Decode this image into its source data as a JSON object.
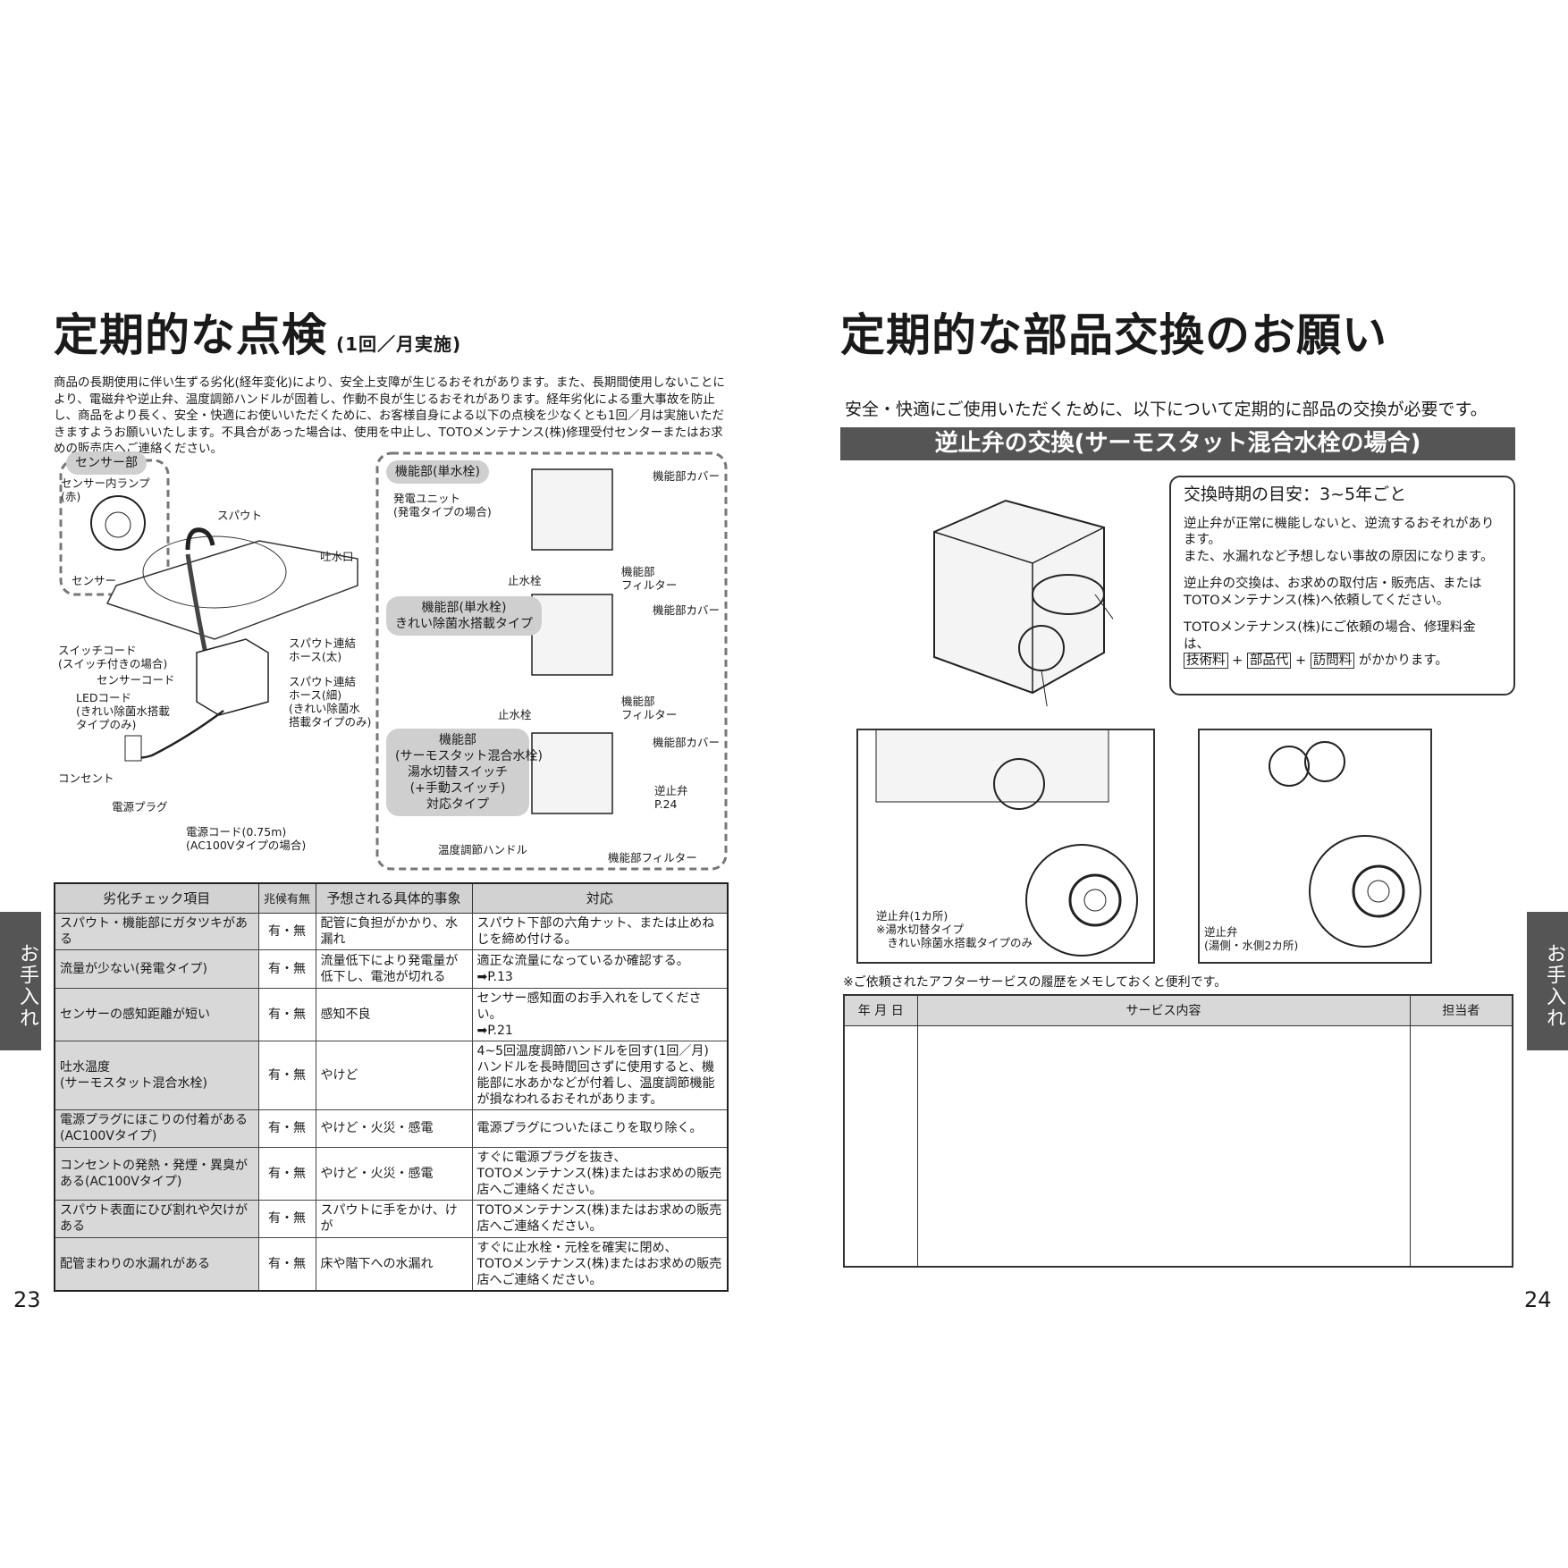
{
  "left": {
    "title": "定期的な点検",
    "title_note": "(1回／月実施)",
    "intro": "商品の長期使用に伴い生ずる劣化(経年変化)により、安全上支障が生じるおそれがあります。また、長期間使用しないことにより、電磁弁や逆止弁、温度調節ハンドルが固着し、作動不良が生じるおそれがあります。経年劣化による重大事故を防止し、商品をより長く、安全・快適にお使いいただくために、お客様自身による以下の点検を少なくとも1回／月は実施いただきますようお願いいたします。不具合があった場合は、使用を中止し、TOTOメンテナンス(株)修理受付センターまたはお求めの販売店へご連絡ください。",
    "diagram": {
      "sensor_pill": "センサー部",
      "sensor_lamp": "センサー内ランプ\n(赤)",
      "sensor": "センサー",
      "spout": "スパウト",
      "outlet": "吐水口",
      "switch_cord": "スイッチコード\n(スイッチ付きの場合)",
      "sensor_cord": "センサーコード",
      "led_cord": "LEDコード\n(きれい除菌水搭載\nタイプのみ)",
      "hose_thick": "スパウト連結\nホース(太)",
      "hose_thin": "スパウト連結\nホース(細)\n(きれい除菌水\n搭載タイプのみ)",
      "outlet_socket": "コンセント",
      "plug": "電源プラグ",
      "power_cord": "電源コード(0.75m)\n(AC100Vタイプの場合)",
      "unit1_pill": "機能部(単水栓)",
      "unit2_pill": "機能部(単水栓)\nきれい除菌水搭載タイプ",
      "unit3_pill": "機能部\n(サーモスタット混合水栓)\n湯水切替スイッチ\n(+手動スイッチ)\n対応タイプ",
      "cover": "機能部カバー",
      "gen_unit": "発電ユニット\n(発電タイプの場合)",
      "stop_valve": "止水栓",
      "filter": "機能部\nフィルター",
      "check_valve": "逆止弁\nP.24",
      "temp_handle": "温度調節ハンドル",
      "filter_one": "機能部フィルター"
    },
    "table": {
      "headers": [
        "劣化チェック項目",
        "兆候有無",
        "予想される具体的事象",
        "対応"
      ],
      "rows": [
        [
          "スパウト・機能部にガタツキがある",
          "有・無",
          "配管に負担がかかり、水漏れ",
          "スパウト下部の六角ナット、または止めねじを締め付ける。"
        ],
        [
          "流量が少ない(発電タイプ)",
          "有・無",
          "流量低下により発電量が低下し、電池が切れる",
          "適正な流量になっているか確認する。\n➡P.13"
        ],
        [
          "センサーの感知距離が短い",
          "有・無",
          "感知不良",
          "センサー感知面のお手入れをしてください。\n➡P.21"
        ],
        [
          "吐水温度\n(サーモスタット混合水栓)",
          "有・無",
          "やけど",
          "4~5回温度調節ハンドルを回す(1回／月)\nハンドルを長時間回さずに使用すると、機能部に水あかなどが付着し、温度調節機能が損なわれるおそれがあります。"
        ],
        [
          "電源プラグにほこりの付着がある(AC100Vタイプ)",
          "有・無",
          "やけど・火災・感電",
          "電源プラグについたほこりを取り除く。"
        ],
        [
          "コンセントの発熱・発煙・異臭がある(AC100Vタイプ)",
          "有・無",
          "やけど・火災・感電",
          "すぐに電源プラグを抜き、\nTOTOメンテナンス(株)またはお求めの販売店へご連絡ください。"
        ],
        [
          "スパウト表面にひび割れや欠けがある",
          "有・無",
          "スパウトに手をかけ、けが",
          "TOTOメンテナンス(株)またはお求めの販売店へご連絡ください。"
        ],
        [
          "配管まわりの水漏れがある",
          "有・無",
          "床や階下への水漏れ",
          "すぐに止水栓・元栓を確実に閉め、\nTOTOメンテナンス(株)またはお求めの販売店へご連絡ください。"
        ]
      ]
    },
    "page_number": "23",
    "side_tab": "お手入れ"
  },
  "right": {
    "title": "定期的な部品交換のお願い",
    "lead": "安全・快適にご使用いただくために、以下について定期的に部品の交換が必要です。",
    "band": "逆止弁の交換(サーモスタット混合水栓の場合)",
    "info": {
      "heading": "交換時期の目安：3~5年ごと",
      "p1": "逆止弁が正常に機能しないと、逆流するおそれがあります。\nまた、水漏れなど予想しない事故の原因になります。",
      "p2": "逆止弁の交換は、お求めの取付店・販売店、またはTOTOメンテナンス(株)へ依頼してください。",
      "p3": "TOTOメンテナンス(株)にご依頼の場合、修理料金は、",
      "fee1": "技術料",
      "fee2": "部品代",
      "fee3": "訪問料",
      "plus": "+",
      "fee_tail": "がかかります。"
    },
    "inset1": "逆止弁(1カ所)\n※湯水切替タイプ\n　きれい除菌水搭載タイプのみ",
    "inset2": "逆止弁\n(湯側・水側2カ所)",
    "memo_note": "※ご依頼されたアフターサービスの履歴をメモしておくと便利です。",
    "memo_headers": [
      "年 月 日",
      "サービス内容",
      "担当者"
    ],
    "page_number": "24",
    "side_tab": "お手入れ"
  }
}
